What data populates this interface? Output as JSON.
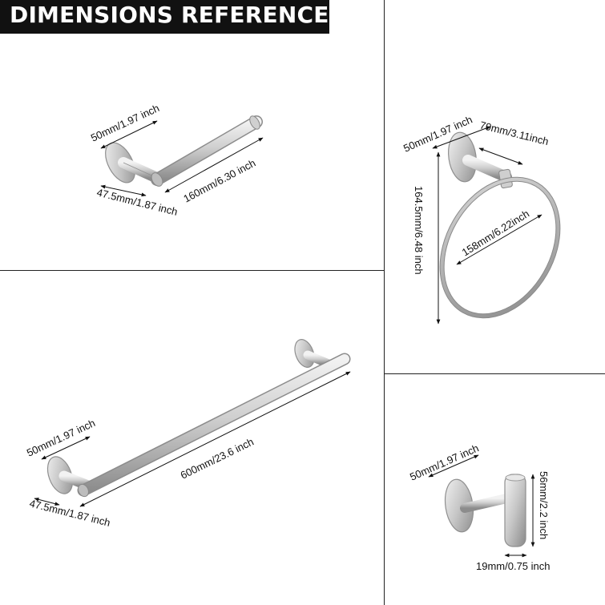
{
  "header": {
    "title": "DIMENSIONS REFERENCE"
  },
  "products": {
    "paper_holder": {
      "base_diameter": "50mm/1.97 inch",
      "projection": "47.5mm/1.87 inch",
      "arm_length": "160mm/6.30 inch"
    },
    "towel_ring": {
      "base_diameter": "50mm/1.97 inch",
      "projection": "79mm/3.11inch",
      "total_height": "164.5mm/6.48 inch",
      "ring_diameter": "158mm/6.22inch"
    },
    "towel_bar": {
      "base_diameter": "50mm/1.97 inch",
      "bar_length": "600mm/23.6 inch",
      "projection": "47.5mm/1.87 inch"
    },
    "robe_hook": {
      "base_diameter": "50mm/1.97 inch",
      "hook_height": "56mm/2.2 inch",
      "hook_width": "19mm/0.75 inch"
    }
  },
  "colors": {
    "title_bg": "#111111",
    "title_text": "#ffffff",
    "divider": "#222222",
    "metal_light": "#e6e6e6",
    "metal_dark": "#8e8e8e"
  }
}
